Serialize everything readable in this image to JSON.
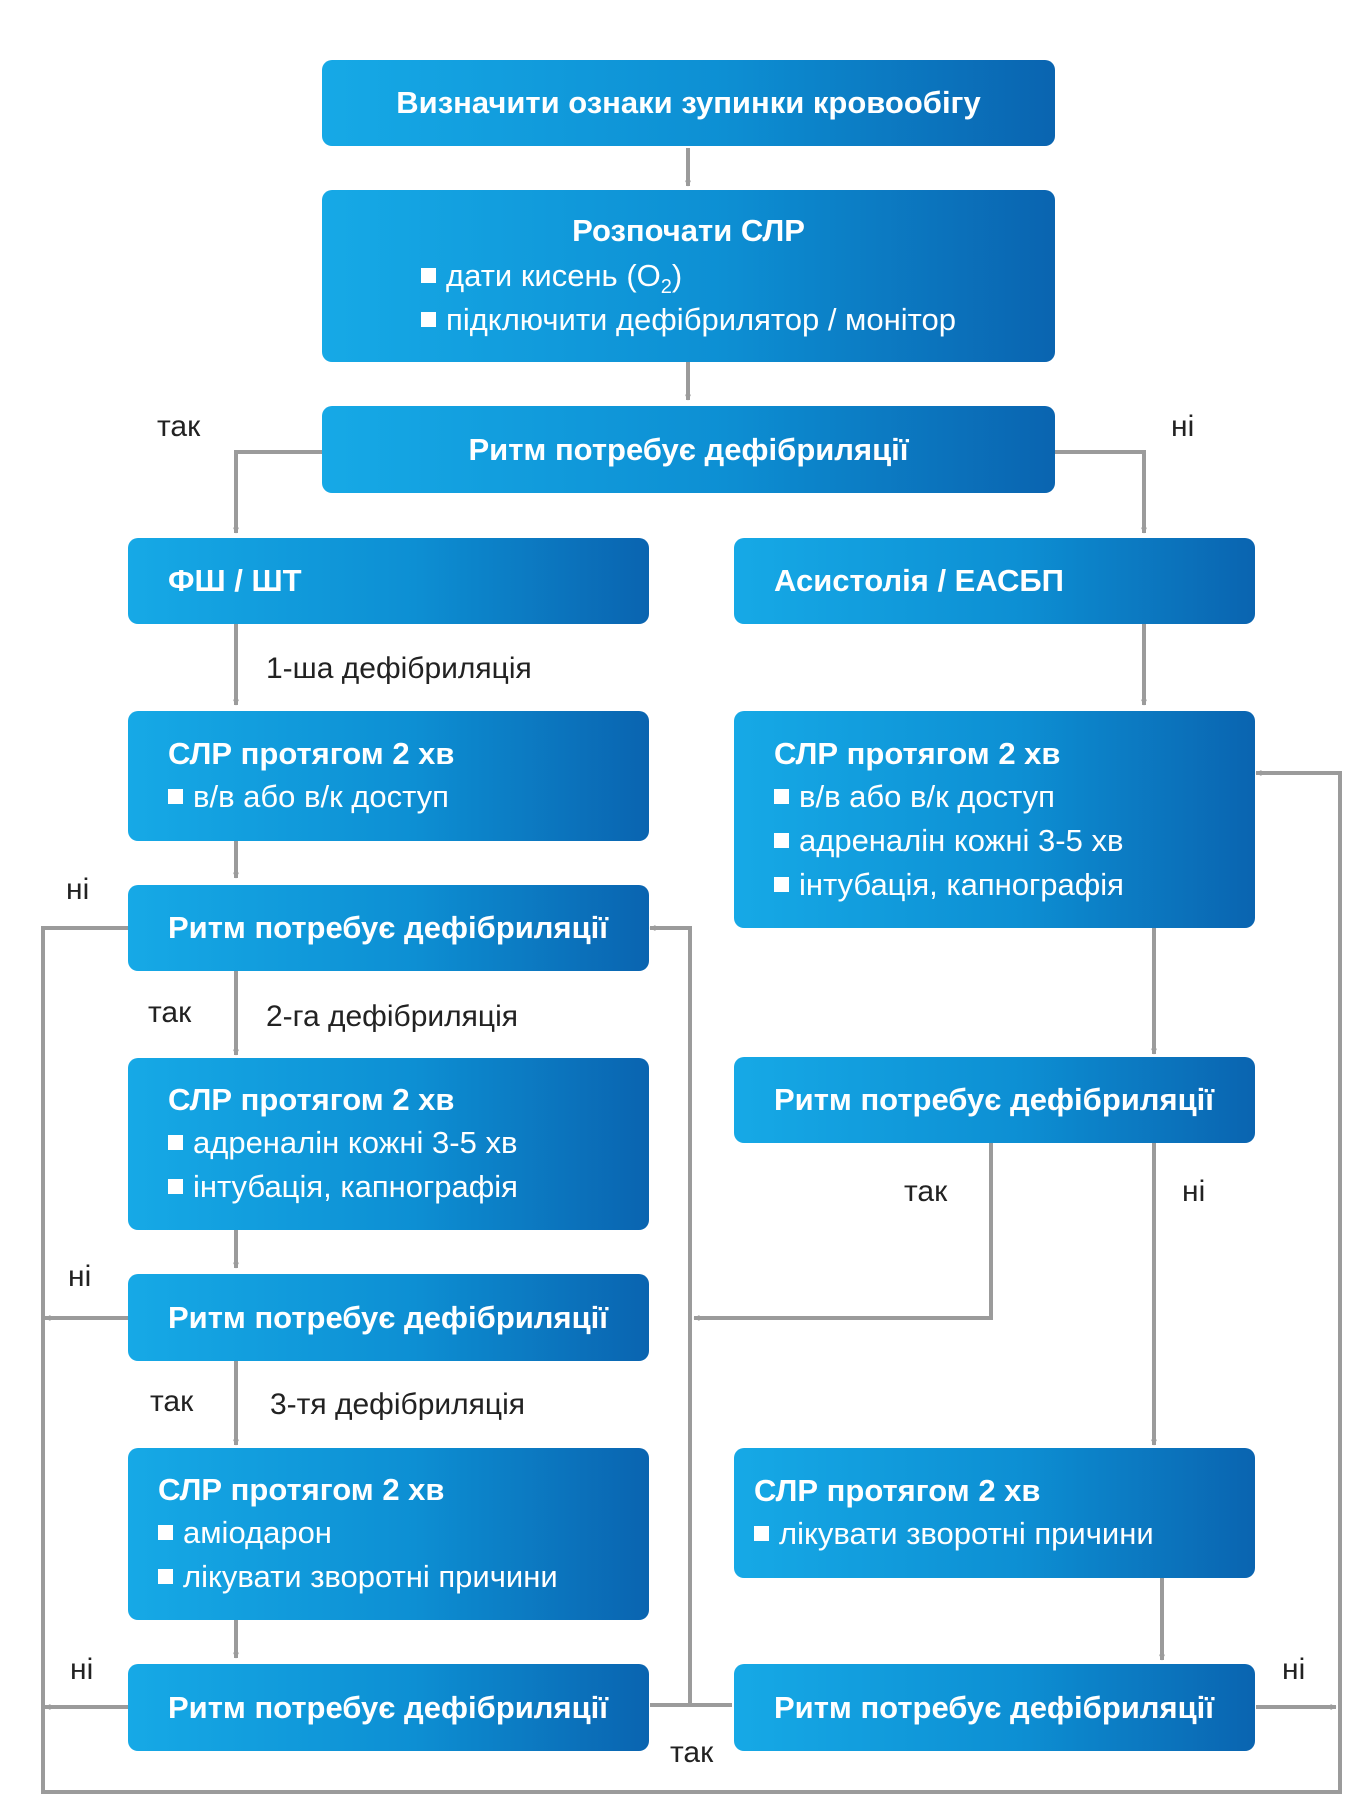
{
  "colors": {
    "box_gradient_start": "#16a9e6",
    "box_gradient_end": "#0a64b0",
    "arrow": "#9b9b9b",
    "label": "#222222"
  },
  "boxes": {
    "b1": {
      "title": "Визначити ознаки зупинки кровообігу"
    },
    "b2": {
      "title": "Розпочати СЛР",
      "oxygen_prefix": "дати кисень (O",
      "oxygen_sub": "2",
      "oxygen_suffix": ")",
      "monitor": "підключити дефібрилятор / монітор"
    },
    "b3": {
      "title": "Ритм потребує дефібриляції"
    },
    "l1": {
      "title": "ФШ / ШТ"
    },
    "l2": {
      "title": "СЛР протягом 2 хв",
      "items": [
        "в/в або в/к доступ"
      ]
    },
    "l3": {
      "title": "Ритм потребує дефібриляції"
    },
    "l4": {
      "title": "СЛР протягом 2 хв",
      "items": [
        "адреналін кожні 3-5 хв",
        "інтубація, капнографія"
      ]
    },
    "l5": {
      "title": "Ритм потребує дефібриляції"
    },
    "l6": {
      "title": "СЛР протягом 2 хв",
      "items": [
        "аміодарон",
        "лікувати зворотні причини"
      ]
    },
    "l7": {
      "title": "Ритм потребує дефібриляції"
    },
    "r1": {
      "title": "Асистолія / ЕАСБП"
    },
    "r2": {
      "title": "СЛР протягом 2 хв",
      "items": [
        "в/в або в/к доступ",
        "адреналін кожні 3-5 хв",
        "інтубація, капнографія"
      ]
    },
    "r3": {
      "title": "Ритм потребує дефібриляції"
    },
    "r4": {
      "title": "СЛР протягом 2 хв",
      "items": [
        "лікувати зворотні причини"
      ]
    },
    "r5": {
      "title": "Ритм потребує дефібриляції"
    }
  },
  "labels": {
    "yes_top": "так",
    "no_top": "ні",
    "shock_1": "1-ша дефібриляція",
    "no_l3": "ні",
    "yes_l3": "так",
    "shock_2": "2-га дефібриляція",
    "no_l5": "ні",
    "yes_l5": "так",
    "shock_3": "3-тя дефібриляція",
    "no_l7": "ні",
    "yes_bottom": "так",
    "yes_r3": "так",
    "no_r3": "ні",
    "no_r5": "ні"
  }
}
